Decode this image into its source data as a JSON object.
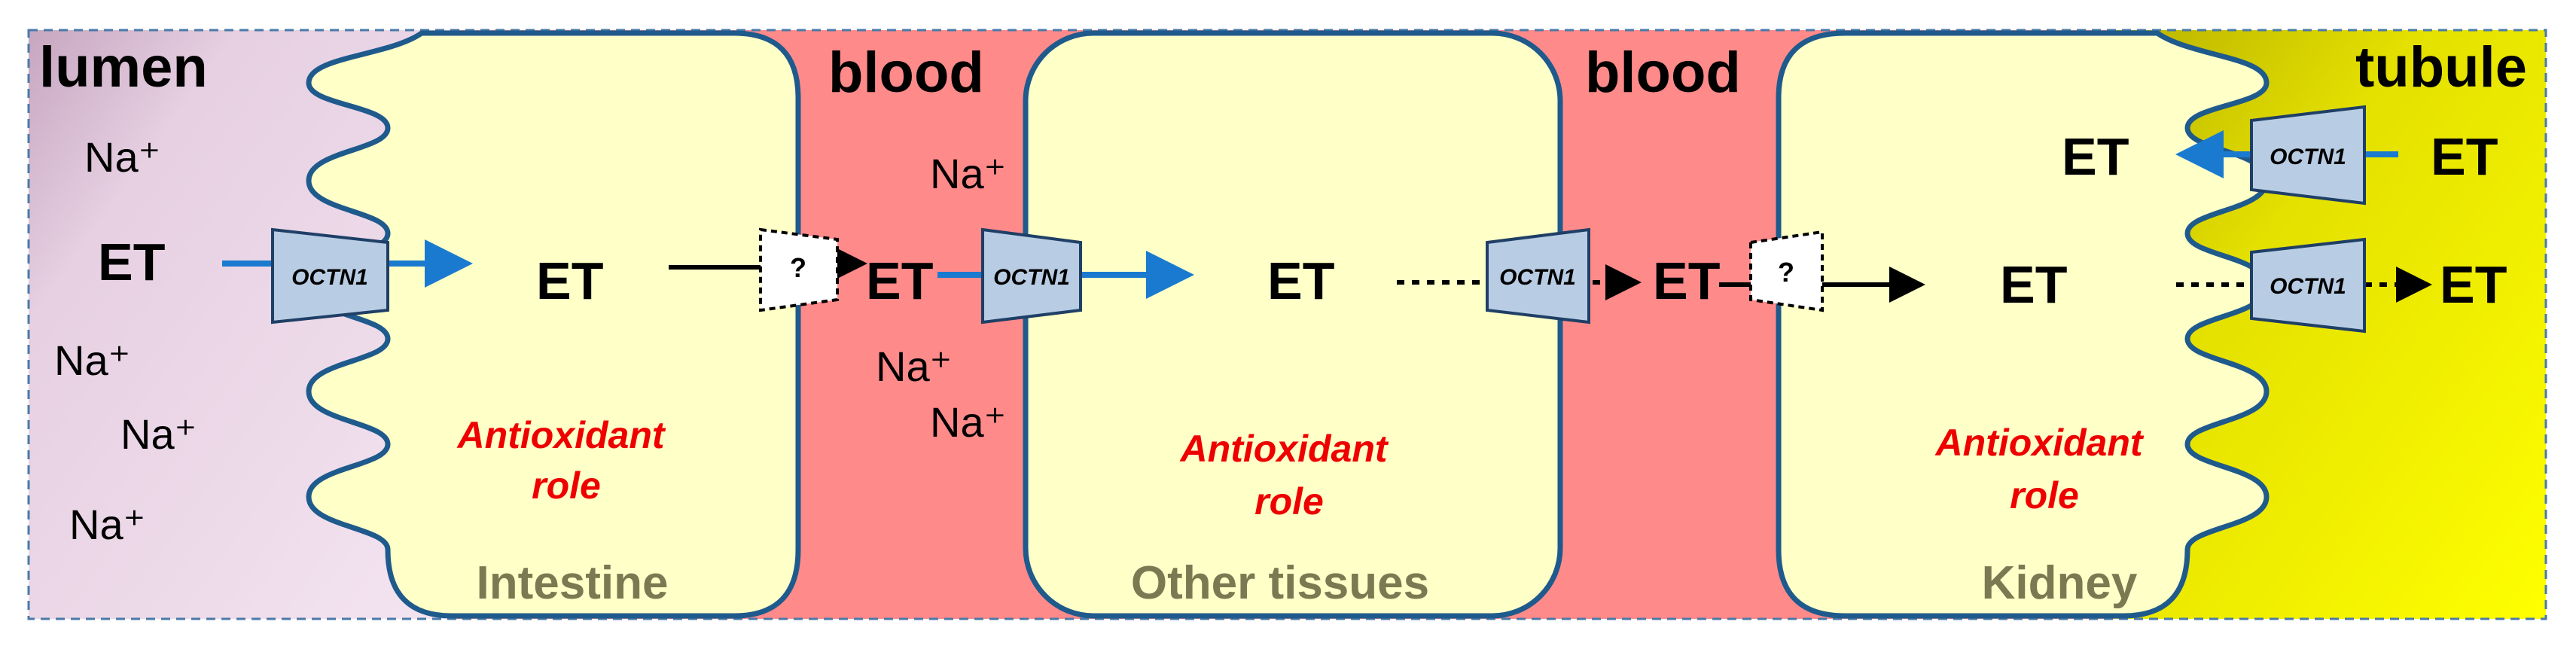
{
  "regions": {
    "lumen": "lumen",
    "blood_left": "blood",
    "blood_right": "blood",
    "tubule": "tubule"
  },
  "ions": {
    "sodium": "Na⁺"
  },
  "molecule": "ET",
  "transporter": "OCTN1",
  "unknown_transporter": "?",
  "cell_role": "Antioxidant role",
  "cell_role_line1": "Antioxidant",
  "cell_role_line2": "role",
  "organs": {
    "intestine": "Intestine",
    "other_tissues": "Other tissues",
    "kidney": "Kidney"
  },
  "colors": {
    "blood": "#ff8a8a",
    "cell": "#ffffc8",
    "cell_border": "#1f5a8c",
    "lumen_gradient_start": "#d8b4cf",
    "tubule_gradient_end": "#ffff00",
    "transporter_fill": "#b8cde4",
    "arrow_blue": "#1a7ad0",
    "role_text": "#ee0000"
  }
}
